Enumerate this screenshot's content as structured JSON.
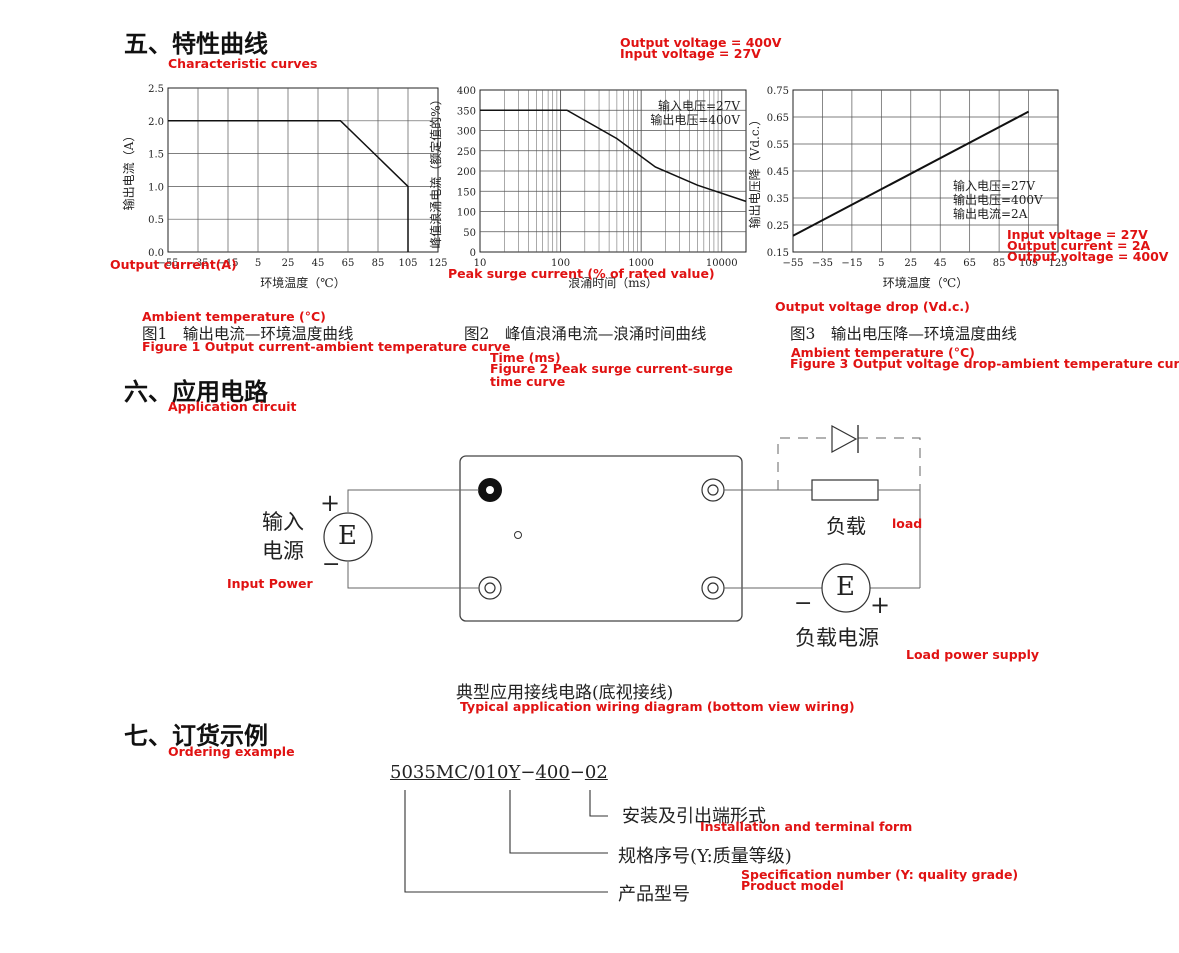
{
  "sections": {
    "s5_title": "五、特性曲线",
    "s5_en": "Characteristic curves",
    "s6_title": "六、应用电路",
    "s6_en": "Application circuit",
    "s7_title": "七、订货示例",
    "s7_en": "Ordering example"
  },
  "overlay": {
    "outv_top": "Output voltage = 400V",
    "inv_top": "Input voltage = 27V",
    "fig1_ylab_en": "Output current(A)",
    "fig1_xlab_en": "Ambient temperature (°C)",
    "fig1_cap_en": "Figure 1 Output current-ambient temperature curve",
    "fig2_ylab_en": "Peak surge current (% of rated value)",
    "fig2_xlab_en": "Time (ms)",
    "fig2_cap_en": "Figure 2 Peak surge current-surge time curve",
    "fig3_cond1": "Input voltage = 27V",
    "fig3_cond2": "Output current = 2A",
    "fig3_cond3": "Output voltage = 400V",
    "fig3_ylab_en": "Output voltage drop (Vd.c.)",
    "fig3_xlab_en": "Ambient temperature (°C)",
    "fig3_cap_en": "Figure 3 Output voltage drop-ambient temperature curve",
    "load_en": "load",
    "input_power_en": "Input Power",
    "load_supply_en": "Load power supply",
    "circuit_cap_en": "Typical application wiring diagram (bottom view wiring)",
    "install_en": "Installation and terminal form",
    "spec_en": "Specification number (Y: quality grade)",
    "model_en": "Product model"
  },
  "captions": {
    "fig1": "图1　输出电流—环境温度曲线",
    "fig2": "图2　峰值浪涌电流—浪涌时间曲线",
    "fig3": "图3　输出电压降—环境温度曲线"
  },
  "circuit": {
    "input_label_1": "输入",
    "input_label_2": "电源",
    "source_symbol": "E",
    "plus": "+",
    "minus": "−",
    "load_label": "负载",
    "load_supply_label": "负载电源",
    "caption": "典型应用接线电路(底视接线)"
  },
  "ordering": {
    "part_a": "5035MC",
    "slash": "/",
    "part_b": "010Y",
    "dash1": "−",
    "part_c": "400",
    "dash2": "−",
    "part_d": "02",
    "install": "安装及引出端形式",
    "spec": "规格序号(Y:质量等级)",
    "model": "产品型号"
  },
  "chart_data": [
    {
      "type": "line",
      "title": "",
      "xlabel": "环境温度（℃）",
      "ylabel": "输出电流（A）",
      "x_ticks": [
        "−55",
        "−35",
        "−15",
        "5",
        "25",
        "45",
        "65",
        "85",
        "105",
        "125"
      ],
      "y_ticks": [
        "0.0",
        "0.5",
        "1.0",
        "1.5",
        "2.0",
        "2.5"
      ],
      "xlim": [
        -55,
        125
      ],
      "ylim": [
        0,
        2.5
      ],
      "grid": true,
      "series": [
        {
          "x": [
            -55,
            20,
            60,
            105,
            105
          ],
          "y": [
            2.0,
            2.0,
            2.0,
            1.0,
            0.0
          ]
        }
      ]
    },
    {
      "type": "line",
      "title": "",
      "xlabel": "浪涌时间（ms）",
      "ylabel": "峰值浪涌电流（额定值的%）",
      "x_scale": "log",
      "x_ticks": [
        "10",
        "100",
        "1000",
        "10000"
      ],
      "y_ticks": [
        "0",
        "50",
        "100",
        "150",
        "200",
        "250",
        "300",
        "350",
        "400"
      ],
      "xlim": [
        10,
        20000
      ],
      "ylim": [
        0,
        400
      ],
      "grid": true,
      "annotation": [
        "输入电压=27V",
        "输出电压=400V"
      ],
      "series": [
        {
          "x": [
            10,
            120,
            500,
            1500,
            5000,
            20000
          ],
          "y": [
            350,
            350,
            280,
            210,
            165,
            125
          ]
        }
      ]
    },
    {
      "type": "line",
      "title": "",
      "xlabel": "环境温度（℃）",
      "ylabel": "输出电压降（Vd.c.）",
      "x_ticks": [
        "−55",
        "−35",
        "−15",
        "5",
        "25",
        "45",
        "65",
        "85",
        "105",
        "125"
      ],
      "y_ticks": [
        "0.15",
        "0.25",
        "0.35",
        "0.45",
        "0.55",
        "0.65",
        "0.75"
      ],
      "xlim": [
        -55,
        125
      ],
      "ylim": [
        0.15,
        0.75
      ],
      "grid": true,
      "annotation": [
        "输入电压=27V",
        "输出电压=400V",
        "输出电流=2A"
      ],
      "series": [
        {
          "x": [
            -55,
            105
          ],
          "y": [
            0.21,
            0.67
          ]
        }
      ]
    }
  ]
}
